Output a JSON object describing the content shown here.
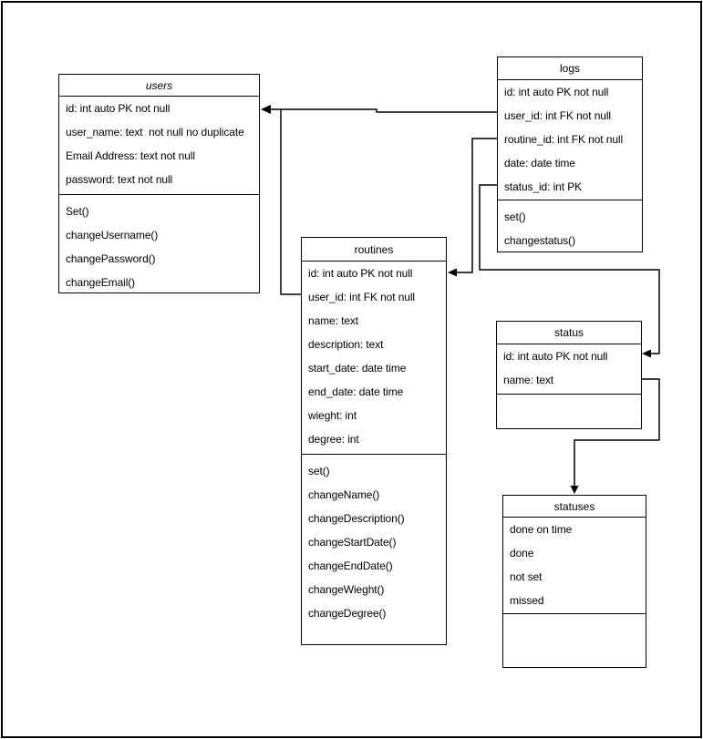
{
  "diagram": {
    "colors": {
      "stroke": "#000000",
      "fill": "#ffffff",
      "background": "#ffffff"
    },
    "entities": {
      "users": {
        "title": "users",
        "attributes": [
          "id: int auto PK not null",
          "user_name: text  not null no duplicate",
          "Email Address: text not null",
          "password: text not null"
        ],
        "methods": [
          "Set()",
          "changeUsername()",
          "changePassword()",
          "changeEmail()"
        ]
      },
      "logs": {
        "title": "logs",
        "attributes": [
          "id: int auto PK not null",
          "user_id: int FK not null",
          "routine_id: int FK not null",
          "date: date time",
          "status_id: int PK"
        ],
        "methods": [
          "set()",
          "changestatus()"
        ]
      },
      "routines": {
        "title": "routines",
        "attributes": [
          "id: int auto PK not null",
          "user_id: int FK not null",
          "name: text",
          "description: text",
          "start_date: date time",
          "end_date: date time",
          "wieght: int",
          "degree: int"
        ],
        "methods": [
          "set()",
          "changeName()",
          "changeDescription()",
          "changeStartDate()",
          "changeEndDate()",
          "changeWieght()",
          "changeDegree()"
        ]
      },
      "status": {
        "title": "status",
        "attributes": [
          "id: int auto PK not null",
          "name: text"
        ],
        "methods": []
      },
      "statuses": {
        "title": "statuses",
        "attributes": [
          "done on time",
          "done",
          "not set",
          "missed"
        ],
        "methods": []
      }
    },
    "relationships": [
      {
        "from": "logs.user_id",
        "to": "users.id"
      },
      {
        "from": "routines.user_id",
        "to": "users.id"
      },
      {
        "from": "logs.routine_id",
        "to": "routines.id"
      },
      {
        "from": "logs.status_id",
        "to": "status.id"
      },
      {
        "from": "status.name",
        "to": "statuses"
      }
    ]
  }
}
